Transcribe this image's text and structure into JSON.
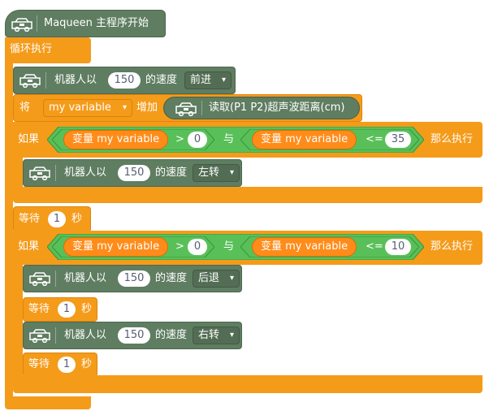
{
  "colors": {
    "maqueen_green": "#5f7d61",
    "control_orange": "#f59b1a",
    "variable_orange": "#ff8c1a",
    "operator_green": "#59c059",
    "text_white": "#ffffff",
    "number_text": "#575e75"
  },
  "icons": {
    "robot": "maqueen-robot-icon"
  },
  "hat": {
    "label": "Maqueen 主程序开始"
  },
  "loop": {
    "label": "循环执行"
  },
  "motor_block_1": {
    "prefix": "机器人以",
    "speed": "150",
    "suffix": "的速度",
    "direction": "前进"
  },
  "set_block": {
    "prefix": "将",
    "variable": "my variable",
    "action": "增加",
    "reporter_label": "读取(P1 P2)超声波距离(cm)"
  },
  "if_1": {
    "if_label": "如果",
    "left_pill": "变量 my variable",
    "gt_symbol": ">",
    "gt_value": "0",
    "and_label": "与",
    "right_pill": "变量 my variable",
    "le_symbol": "<=",
    "le_value": "35",
    "then_label": "那么执行"
  },
  "motor_block_2": {
    "prefix": "机器人以",
    "speed": "150",
    "suffix": "的速度",
    "direction": "左转"
  },
  "wait_1": {
    "prefix": "等待",
    "value": "1",
    "suffix": "秒"
  },
  "if_2": {
    "if_label": "如果",
    "left_pill": "变量 my variable",
    "gt_symbol": ">",
    "gt_value": "0",
    "and_label": "与",
    "right_pill": "变量 my variable",
    "le_symbol": "<=",
    "le_value": "10",
    "then_label": "那么执行"
  },
  "motor_block_3": {
    "prefix": "机器人以",
    "speed": "150",
    "suffix": "的速度",
    "direction": "后退"
  },
  "wait_2": {
    "prefix": "等待",
    "value": "1",
    "suffix": "秒"
  },
  "motor_block_4": {
    "prefix": "机器人以",
    "speed": "150",
    "suffix": "的速度",
    "direction": "右转"
  },
  "wait_3": {
    "prefix": "等待",
    "value": "1",
    "suffix": "秒"
  }
}
